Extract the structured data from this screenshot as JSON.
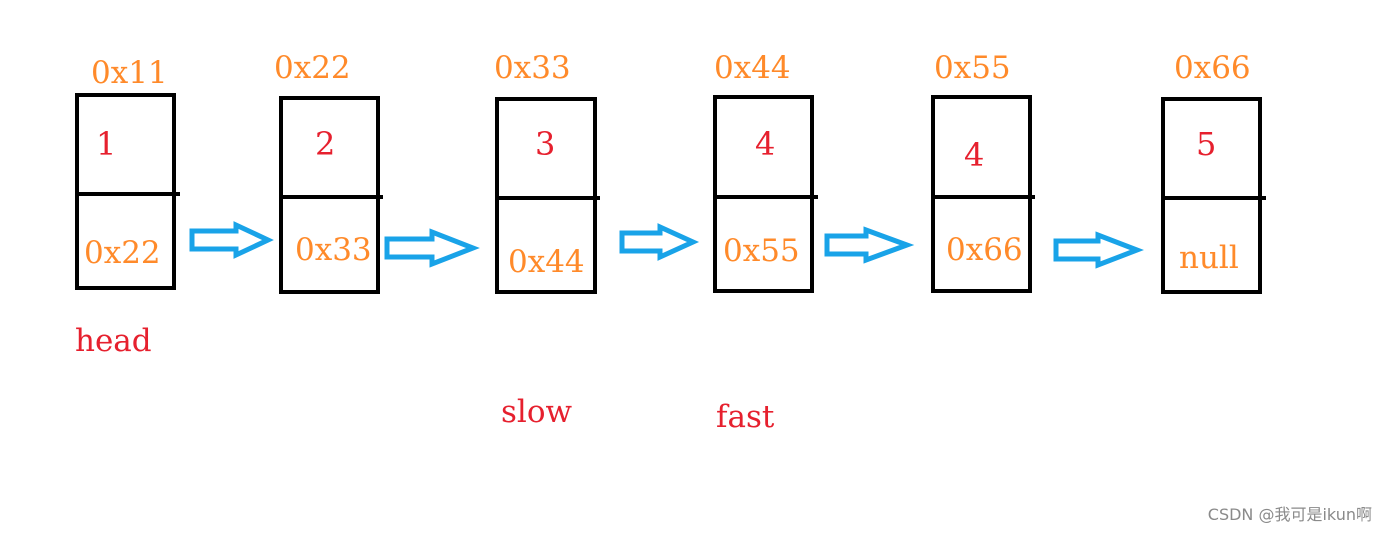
{
  "nodes": [
    {
      "address": "0x11",
      "value": "1",
      "next": "0x22"
    },
    {
      "address": "0x22",
      "value": "2",
      "next": "0x33"
    },
    {
      "address": "0x33",
      "value": "3",
      "next": "0x44"
    },
    {
      "address": "0x44",
      "value": "4",
      "next": "0x55"
    },
    {
      "address": "0x55",
      "value": "4",
      "next": "0x66"
    },
    {
      "address": "0x66",
      "value": "5",
      "next": "null"
    }
  ],
  "pointers": {
    "head": "head",
    "slow": "slow",
    "fast": "fast"
  },
  "colors": {
    "address": "#ff8a2a",
    "value": "#e6202e",
    "arrow": "#19a3e8",
    "box": "#000000"
  },
  "watermark": "CSDN @我可是ikun啊"
}
